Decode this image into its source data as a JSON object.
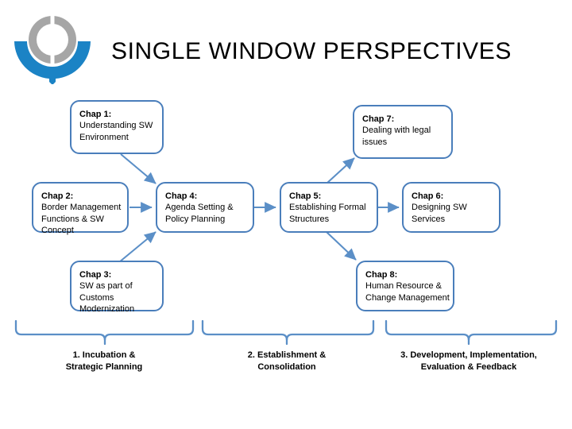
{
  "slide": {
    "title": "SINGLE WINDOW PERSPECTIVES",
    "logo_name": "wco-single-window-logo"
  },
  "colors": {
    "border_blue": "#4A7EBB",
    "connector_blue": "#5B8FC7",
    "logo_blue": "#1B83C5",
    "logo_gray": "#A6A6A6",
    "text": "#000000",
    "background": "#FFFFFF"
  },
  "boxes": [
    {
      "id": "chap1",
      "heading": "Chap 1:",
      "lines": [
        "Understanding SW",
        "Environment"
      ]
    },
    {
      "id": "chap2",
      "heading": "Chap 2:",
      "lines": [
        "Border Management",
        "Functions & SW",
        "Concept"
      ]
    },
    {
      "id": "chap3",
      "heading": "Chap 3:",
      "lines": [
        "SW as part of",
        "Customs",
        "Modernization"
      ]
    },
    {
      "id": "chap4",
      "heading": "Chap 4:",
      "lines": [
        "Agenda Setting &",
        "Policy Planning"
      ]
    },
    {
      "id": "chap5",
      "heading": "Chap 5:",
      "lines": [
        "Establishing Formal",
        "Structures"
      ]
    },
    {
      "id": "chap6",
      "heading": "Chap 6:",
      "lines": [
        "Designing SW",
        "Services"
      ]
    },
    {
      "id": "chap7",
      "heading": "Chap 7:",
      "lines": [
        "Dealing with legal",
        "issues"
      ]
    },
    {
      "id": "chap8",
      "heading": "Chap 8:",
      "lines": [
        "Human Resource &",
        "Change Management"
      ]
    }
  ],
  "phases": [
    {
      "id": "phase1",
      "lines": [
        "1. Incubation &",
        "Strategic Planning"
      ]
    },
    {
      "id": "phase2",
      "lines": [
        "2. Establishment &",
        "Consolidation"
      ]
    },
    {
      "id": "phase3",
      "lines": [
        "3. Development, Implementation,",
        "Evaluation & Feedback"
      ]
    }
  ],
  "connectors": [
    {
      "from": "chap1",
      "to": "chap4",
      "style": "diagonal-down-right"
    },
    {
      "from": "chap2",
      "to": "chap4",
      "style": "horizontal-right"
    },
    {
      "from": "chap3",
      "to": "chap4",
      "style": "diagonal-up-right"
    },
    {
      "from": "chap4",
      "to": "chap5",
      "style": "horizontal-right"
    },
    {
      "from": "chap5",
      "to": "chap7",
      "style": "diagonal-up-right"
    },
    {
      "from": "chap5",
      "to": "chap6",
      "style": "horizontal-right"
    },
    {
      "from": "chap5",
      "to": "chap8",
      "style": "diagonal-down-right"
    }
  ]
}
